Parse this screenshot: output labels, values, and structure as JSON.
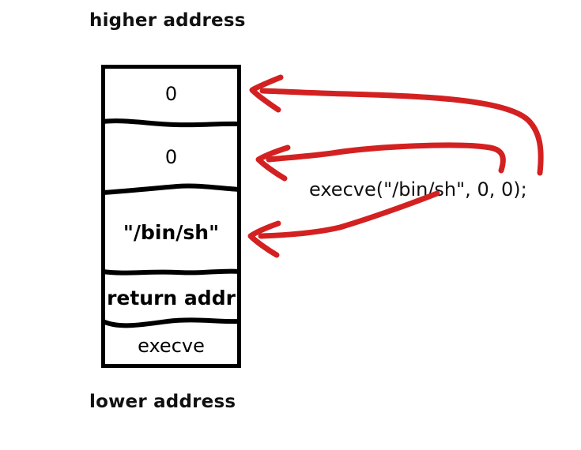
{
  "diagram": {
    "top_label": "higher address",
    "bottom_label": "lower address",
    "annotation": "execve(\"/bin/sh\", 0, 0);",
    "accent_color": "#d32121",
    "outline_color": "#000000",
    "background": "#ffffff",
    "stack_cells": [
      {
        "text": "0",
        "bold": false
      },
      {
        "text": "0",
        "bold": false
      },
      {
        "text": "\"/bin/sh\"",
        "bold": true
      },
      {
        "text": "return addr",
        "bold": true
      },
      {
        "text": "execve",
        "bold": false
      }
    ],
    "arrows": [
      {
        "name": "arrow-to-arg3-zero",
        "target_cell": "0"
      },
      {
        "name": "arrow-to-arg2-zero",
        "target_cell": "0"
      },
      {
        "name": "arrow-to-binsh-string",
        "target_cell": "\"/bin/sh\""
      }
    ]
  }
}
